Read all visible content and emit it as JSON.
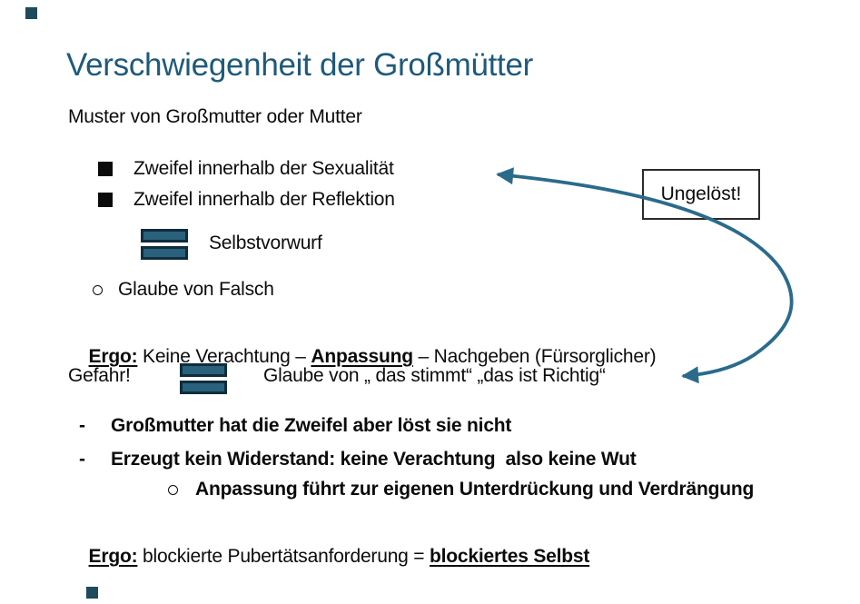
{
  "slide": {
    "title": "Verschwiegenheit der Großmütter",
    "subtitle": "Muster von Großmutter oder Mutter",
    "square_bullets": [
      "Zweifel innerhalb der Sexualität",
      "Zweifel innerhalb der Reflektion"
    ],
    "equals_note": "Selbstvorwurf",
    "circle_bullet": "Glaube von Falsch",
    "ergo_top": {
      "label": "Ergo:",
      "part1": " Keine Verachtung – ",
      "emphasis": "Anpassung",
      "part2": " – Nachgeben (Fürsorglicher)"
    },
    "gefahr_label": "Gefahr!",
    "gefahr_text": "Glaube von „ das stimmt“ „das ist Richtig“",
    "dash_bullets": [
      "Großmutter hat die Zweifel aber löst sie nicht",
      "Erzeugt kein Widerstand: keine Verachtung  also keine Wut"
    ],
    "sub_circle_bullet": "Anpassung führt zur eigenen Unterdrückung und Verdrängung",
    "ergo_bottom": {
      "label": "Ergo:",
      "part1": " blockierte Pubertätsanforderung = ",
      "emphasis": "blockiertes Selbst"
    },
    "callout": {
      "text": "Ungelöst!"
    }
  },
  "markers": {
    "dash_char": "-"
  },
  "icons": {
    "square_bullet": "filled-square",
    "circle_bullet": "hollow-circle",
    "equals_bars": "double-horizontal-bars",
    "curved_arrow": "curved-double-headed-arrow"
  },
  "colors": {
    "title": "#1e5a7b",
    "text": "#0b0b0b",
    "arrow": "#2a6b8c",
    "bar": "#2a617c",
    "barline": "#0f2d3d",
    "callout": "#2b2b2b",
    "decor": "#1d4a5c"
  }
}
